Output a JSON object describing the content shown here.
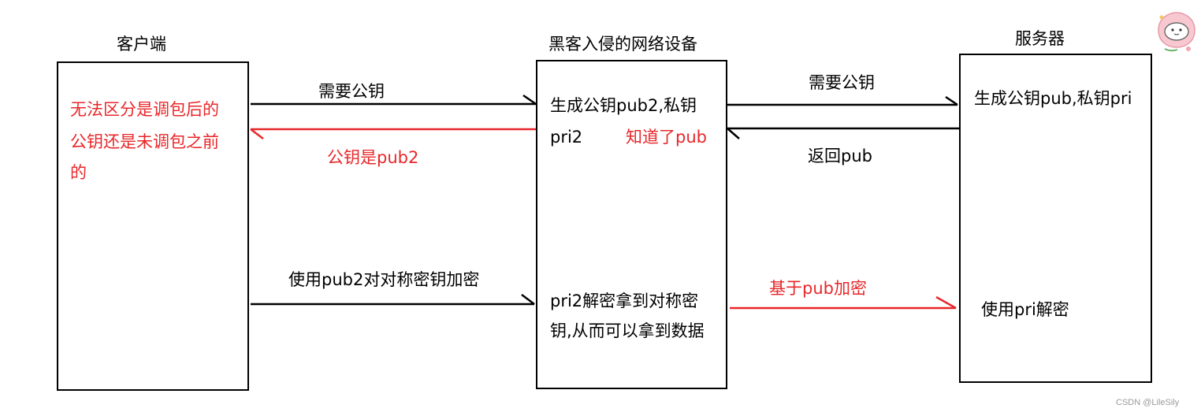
{
  "titles": {
    "client": "客户端",
    "hacker": "黑客入侵的网络设备",
    "server": "服务器"
  },
  "client_note": [
    "无法区分是调包后的",
    "公钥还是未调包之前",
    "的"
  ],
  "hacker_text": {
    "line1": "生成公钥pub2,私钥",
    "line2": "pri2",
    "knows": "知道了pub",
    "decrypt_line1": "pri2解密拿到对称密",
    "decrypt_line2": "钥,从而可以拿到数据"
  },
  "server_text": {
    "generate": "生成公钥pub,私钥pri",
    "decrypt": "使用pri解密"
  },
  "arrows": {
    "client_request": "需要公钥",
    "hacker_request": "需要公钥",
    "server_return": "返回pub",
    "hacker_return": "公钥是pub2",
    "client_encrypt": "使用pub2对对称密钥加密",
    "hacker_encrypt": "基于pub加密"
  },
  "watermark": "CSDN @LileSily",
  "colors": {
    "black": "#000000",
    "red": "#e8272a"
  }
}
